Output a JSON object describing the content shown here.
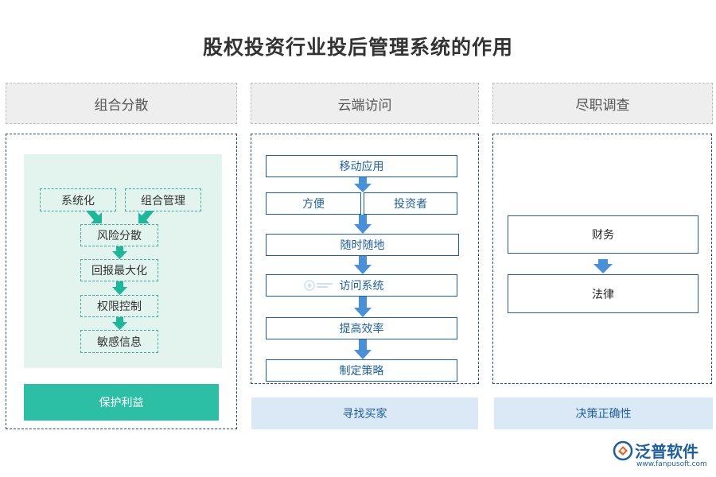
{
  "title": "股权投资行业投后管理系统的作用",
  "columns": [
    {
      "header": "组合分散",
      "top_boxes": [
        "系统化",
        "组合管理"
      ],
      "chain": [
        "风险分散",
        "回报最大化",
        "权限控制",
        "敏感信息"
      ],
      "bottom": "保护利益"
    },
    {
      "header": "云端访问",
      "top": "移动应用",
      "pair": [
        "方便",
        "投资者"
      ],
      "chain": [
        "随时随地",
        "访问系统",
        "提高效率",
        "制定策略"
      ],
      "bottom": "寻找买家"
    },
    {
      "header": "尽职调查",
      "chain": [
        "财务",
        "法律"
      ],
      "bottom": "决策正确性"
    }
  ],
  "logo": {
    "name": "泛普软件",
    "url": "www.fanpusoft.com"
  },
  "colors": {
    "teal": "#2dbfa5",
    "teal_arrow": "#1fb79c",
    "blue_arrow": "#4a90d9",
    "dark_blue": "#1f5f99",
    "light_blue": "#dbe9f6",
    "mint": "#e3f4ef"
  }
}
